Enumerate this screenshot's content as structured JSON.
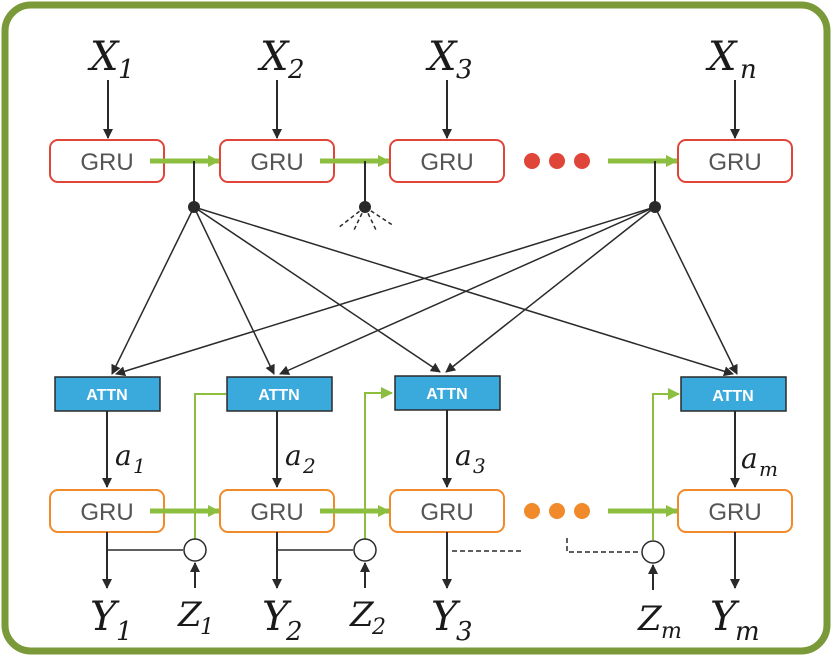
{
  "colors": {
    "frame": "#7a9a3a",
    "encoder_border": "#e0453a",
    "decoder_border": "#f08a2a",
    "attn_fill": "#3aa9dc",
    "arrow_green": "#8cbf3f",
    "line": "#2a2a2a",
    "enc_dots": "#e0453a",
    "dec_dots": "#f08a2a"
  },
  "encoder": {
    "inputs": [
      {
        "var": "X",
        "sub": "1"
      },
      {
        "var": "X",
        "sub": "2"
      },
      {
        "var": "X",
        "sub": "3"
      },
      {
        "var": "X",
        "sub": "n"
      }
    ],
    "cells": [
      "GRU",
      "GRU",
      "GRU",
      "GRU"
    ]
  },
  "attention": {
    "labels": [
      "ATTN",
      "ATTN",
      "ATTN",
      "ATTN"
    ],
    "context": [
      {
        "var": "a",
        "sub": "1"
      },
      {
        "var": "a",
        "sub": "2"
      },
      {
        "var": "a",
        "sub": "3"
      },
      {
        "var": "a",
        "sub": "m"
      }
    ]
  },
  "decoder": {
    "cells": [
      "GRU",
      "GRU",
      "GRU",
      "GRU"
    ],
    "outputs": [
      {
        "var": "Y",
        "sub": "1"
      },
      {
        "var": "Y",
        "sub": "2"
      },
      {
        "var": "Y",
        "sub": "3"
      },
      {
        "var": "Y",
        "sub": "m"
      }
    ],
    "feedback": [
      {
        "var": "Z",
        "sub": "1"
      },
      {
        "var": "Z",
        "sub": "2"
      },
      {
        "var": "Z",
        "sub": "m"
      }
    ]
  }
}
